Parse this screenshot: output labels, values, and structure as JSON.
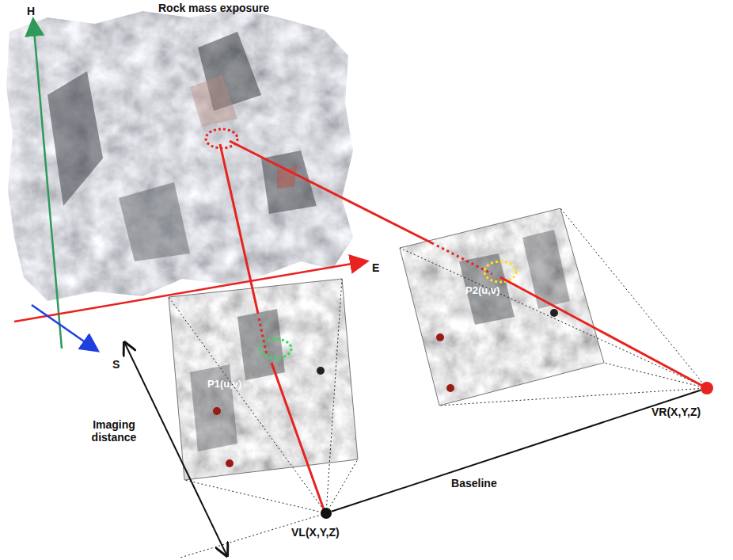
{
  "diagram": {
    "nodes": [
      {
        "text": [
          "VL(X,Y,Z)"
        ]
      },
      {
        "text": [
          "VR(X,Y,Z)"
        ]
      }
    ],
    "edges": [
      {
        "from": 0,
        "to": 1,
        "arrow": "none",
        "label": "Baseline"
      }
    ],
    "labels": [
      "Rock mass exposure",
      "H",
      "E",
      "S",
      "Imaging distance",
      "P1(u,v)",
      "P2(u,v)"
    ]
  }
}
